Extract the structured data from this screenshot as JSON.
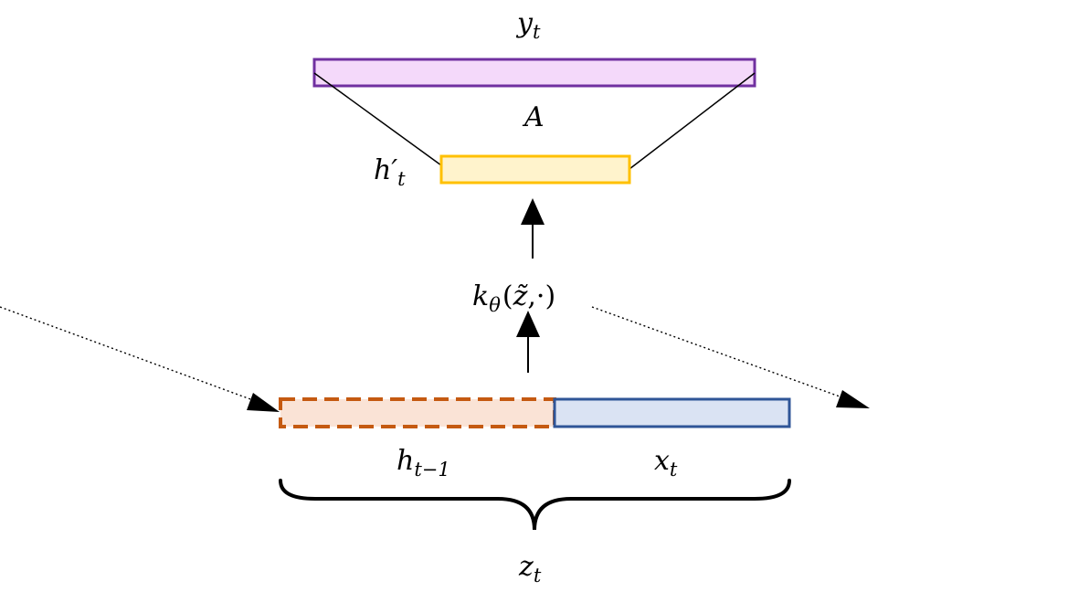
{
  "labels": {
    "y": {
      "base": "y",
      "sub": "t"
    },
    "A": "A",
    "h_prime": {
      "base": "h′",
      "sub": "t"
    },
    "kernel": {
      "base": "k",
      "sub": "θ",
      "args_open": "(",
      "z_tilde": "z̃",
      "args_rest": ",·)"
    },
    "h_prev": {
      "base": "h",
      "sub": "t−1"
    },
    "x": {
      "base": "x",
      "sub": "t"
    },
    "z": {
      "base": "z",
      "sub": "t"
    }
  },
  "colors": {
    "output_fill": "#F4D9FA",
    "output_stroke": "#7030A0",
    "hidden_fill": "#FFF3CC",
    "hidden_stroke": "#FFC000",
    "hprev_fill": "#FAE3D6",
    "hprev_stroke": "#C55A11",
    "x_fill": "#DAE3F3",
    "x_stroke": "#2F5597"
  }
}
